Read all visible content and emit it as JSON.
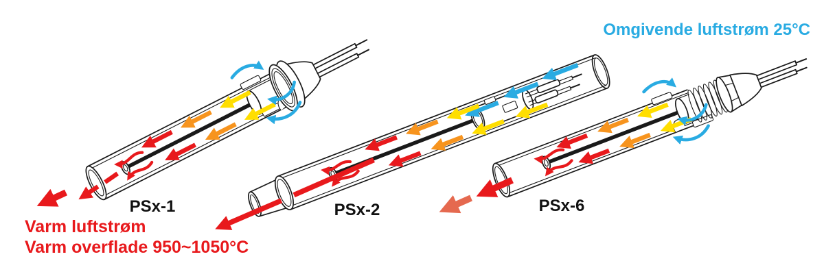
{
  "annotations": {
    "ambient_airflow": "Omgivende luftstrøm 25°C",
    "hot_airflow": "Varm luftstrøm",
    "hot_surface": "Varm overflade 950~1050°C"
  },
  "devices": [
    {
      "label": "PSx-1"
    },
    {
      "label": "PSx-2"
    },
    {
      "label": "PSx-6"
    }
  ],
  "colors": {
    "ambient_blue": "#29ABE2",
    "hot_red": "#E8191C",
    "warm_orange": "#F7941E",
    "heat_yellow": "#FFDE00",
    "exhaust_salmon": "#E5694F",
    "line_black": "#1A1A1A"
  }
}
